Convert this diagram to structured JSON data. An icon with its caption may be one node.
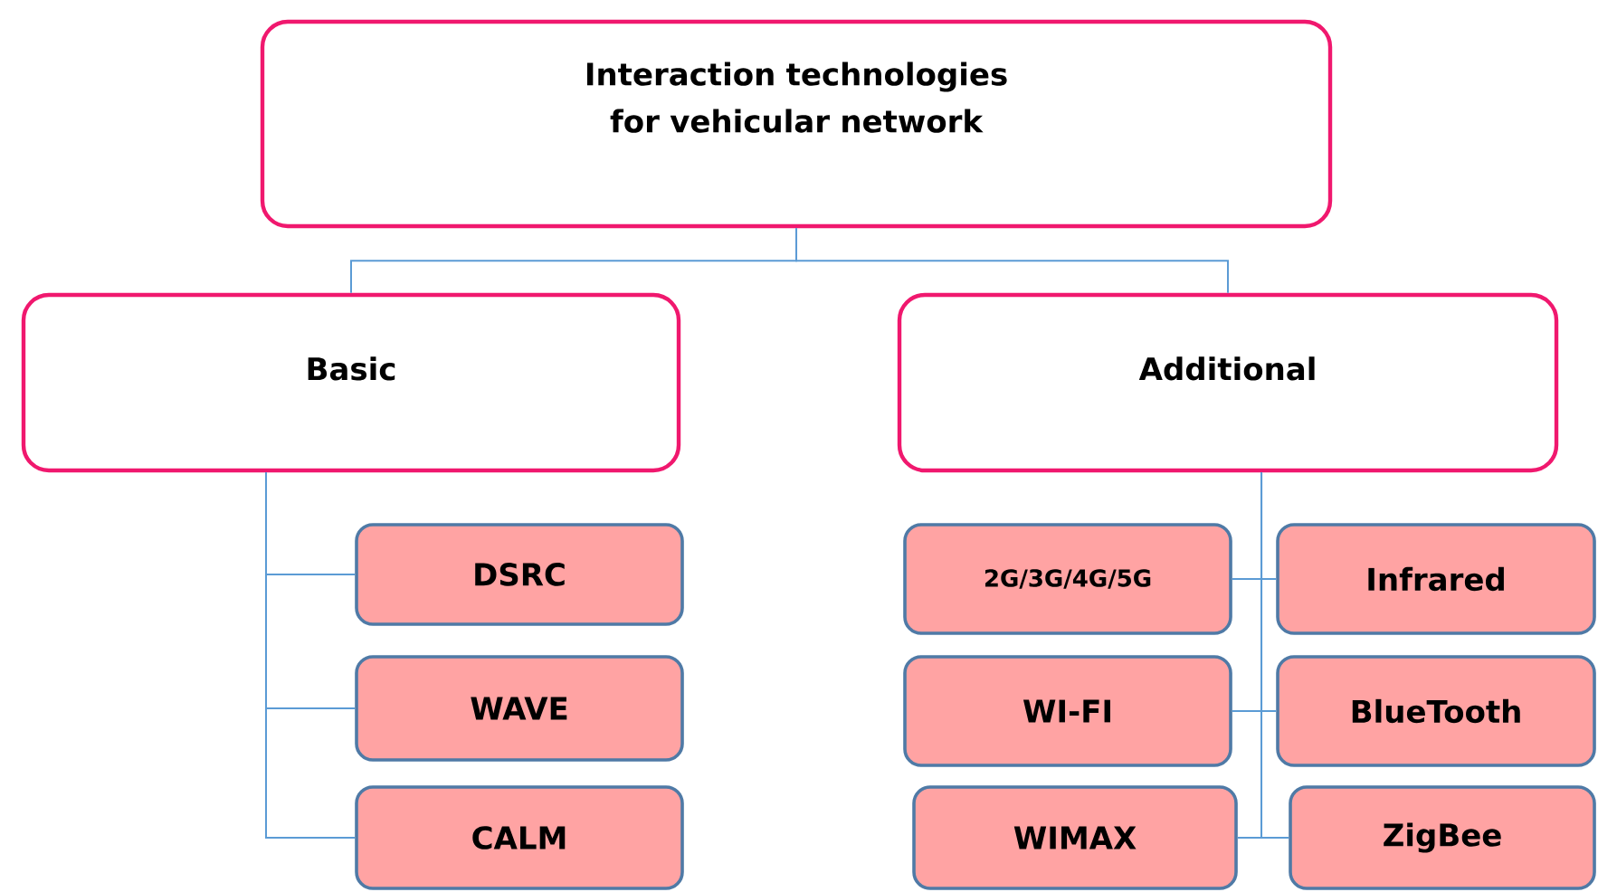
{
  "diagram": {
    "nodes": [
      {
        "text": [
          "Interaction technologies for vehicular network"
        ]
      },
      {
        "text": [
          "Basic"
        ]
      },
      {
        "text": [
          "Additional"
        ]
      },
      {
        "text": [
          "DSRC"
        ]
      },
      {
        "text": [
          "WAVE"
        ]
      },
      {
        "text": [
          "CALM"
        ]
      },
      {
        "text": [
          "2G/3G/4G/5G"
        ]
      },
      {
        "text": [
          "Infrared"
        ]
      },
      {
        "text": [
          "WI-FI"
        ]
      },
      {
        "text": [
          "BlueTooth"
        ]
      },
      {
        "text": [
          "WIMAX"
        ]
      },
      {
        "text": [
          "ZigBee"
        ]
      }
    ],
    "edges": [
      {
        "from": 0,
        "to": 1,
        "arrow": "none"
      },
      {
        "from": 0,
        "to": 2,
        "arrow": "none"
      },
      {
        "from": 1,
        "to": 3,
        "arrow": "none"
      },
      {
        "from": 1,
        "to": 4,
        "arrow": "none"
      },
      {
        "from": 1,
        "to": 5,
        "arrow": "none"
      },
      {
        "from": 2,
        "to": 6,
        "arrow": "none"
      },
      {
        "from": 2,
        "to": 7,
        "arrow": "none"
      },
      {
        "from": 2,
        "to": 8,
        "arrow": "none"
      },
      {
        "from": 2,
        "to": 9,
        "arrow": "none"
      },
      {
        "from": 2,
        "to": 10,
        "arrow": "none"
      },
      {
        "from": 2,
        "to": 11,
        "arrow": "none"
      }
    ]
  }
}
